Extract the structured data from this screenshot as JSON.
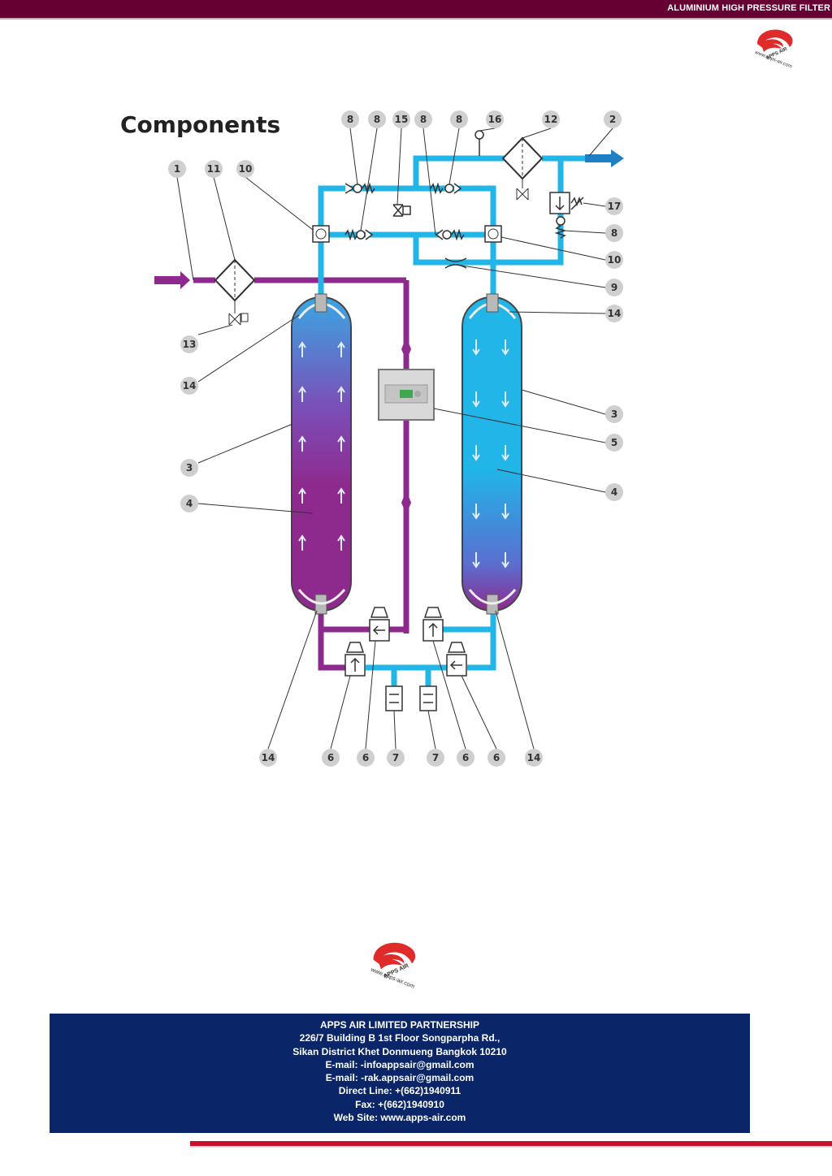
{
  "header": {
    "title": "ALUMINIUM HIGH PRESSURE FILTER",
    "bar_color": "#660033"
  },
  "logo": {
    "brand": "APPS AIR",
    "website": "www.apps-air.com"
  },
  "diagram": {
    "title": "Components",
    "callouts": [
      "1",
      "2",
      "3",
      "4",
      "5",
      "6",
      "7",
      "8",
      "9",
      "10",
      "11",
      "12",
      "13",
      "14",
      "15",
      "16",
      "17"
    ],
    "colors": {
      "wet_air": "#8e2a8e",
      "dry_air": "#21b5e8",
      "callout_bg": "#cfcfcf"
    }
  },
  "footer": {
    "company": "APPS AIR LIMITED PARTNERSHIP",
    "address1": "226/7 Building B 1st Floor Songparpha Rd.,",
    "address2": "Sikan District Khet Donmueng Bangkok 10210",
    "email1": "E-mail: -infoappsair@gmail.com",
    "email2": "E-mail: -rak.appsair@gmail.com",
    "direct": "Direct Line: +(662)1940911",
    "fax": "Fax: +(662)1940910",
    "web": "Web Site: www.apps-air.com",
    "bg_color": "#0a2669"
  }
}
